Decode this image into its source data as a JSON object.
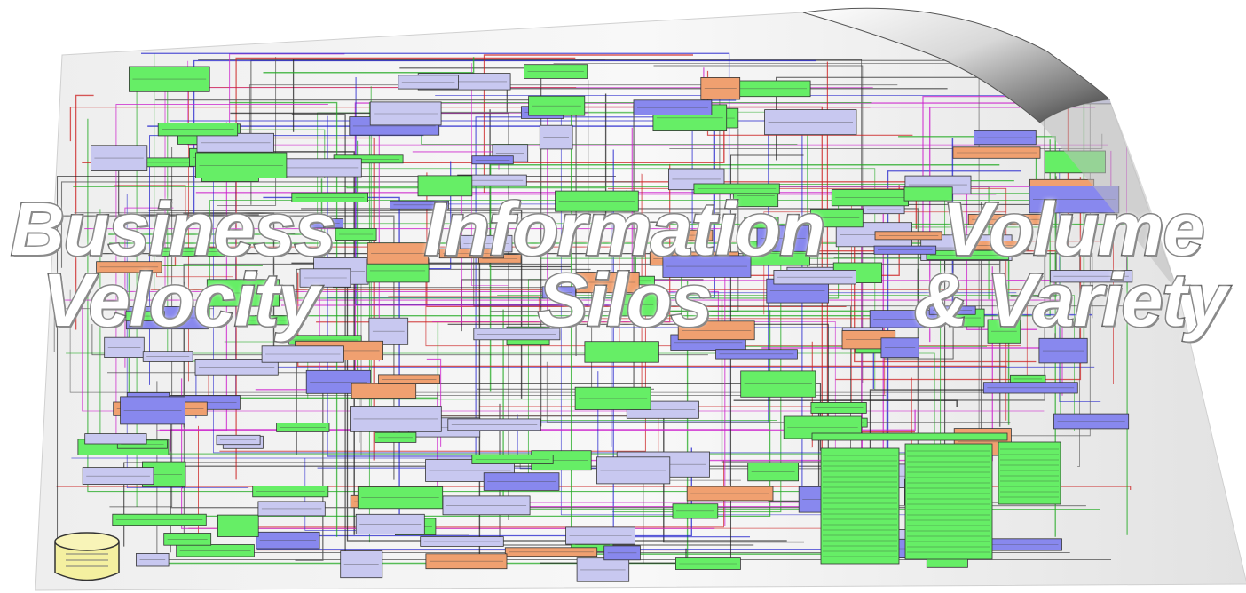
{
  "headlines": [
    {
      "line1": "Business",
      "line2": "Velocity"
    },
    {
      "line1": "Information",
      "line2": "Silos"
    },
    {
      "line1": "Volume",
      "line2": "& Variety"
    }
  ],
  "colors": {
    "sheet": "#f4f4f4",
    "box_green": "#66ee66",
    "box_blue": "#8888ee",
    "box_lavender": "#c8c8f0",
    "box_orange": "#f0a070",
    "box_yellow": "#f4f0a0",
    "wire_colors": [
      "#222222",
      "#cc2222",
      "#22aa22",
      "#2222cc",
      "#cc22cc",
      "#555555"
    ]
  },
  "icons": [
    "page-curl-icon",
    "database-cylinder-icon"
  ]
}
